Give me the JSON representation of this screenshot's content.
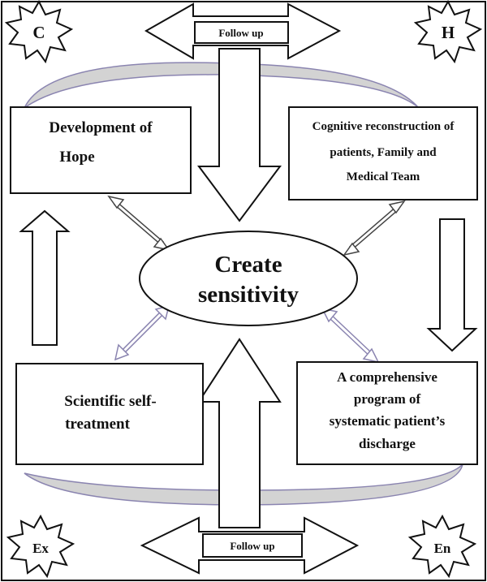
{
  "corners": {
    "top_left": "C",
    "top_right": "H",
    "bottom_left": "Ex",
    "bottom_right": "En"
  },
  "follow_up_top": "Follow up",
  "follow_up_bottom": "Follow up",
  "center": {
    "line1": "Create",
    "line2": "sensitivity"
  },
  "boxes": {
    "top_left": {
      "line1": "Development of",
      "line2": "Hope"
    },
    "top_right": {
      "line1": "Cognitive reconstruction of",
      "line2": "patients, Family and",
      "line3": "Medical Team"
    },
    "bottom_left": {
      "line1": "Scientific self-",
      "line2": "treatment"
    },
    "bottom_right": {
      "line1": "A comprehensive",
      "line2": "program of",
      "line3": "systematic patient’s",
      "line4": "discharge"
    }
  },
  "colors": {
    "curve_fill": "#cfcfcf",
    "curve_stroke": "#8a84b0",
    "line": "#111111"
  }
}
